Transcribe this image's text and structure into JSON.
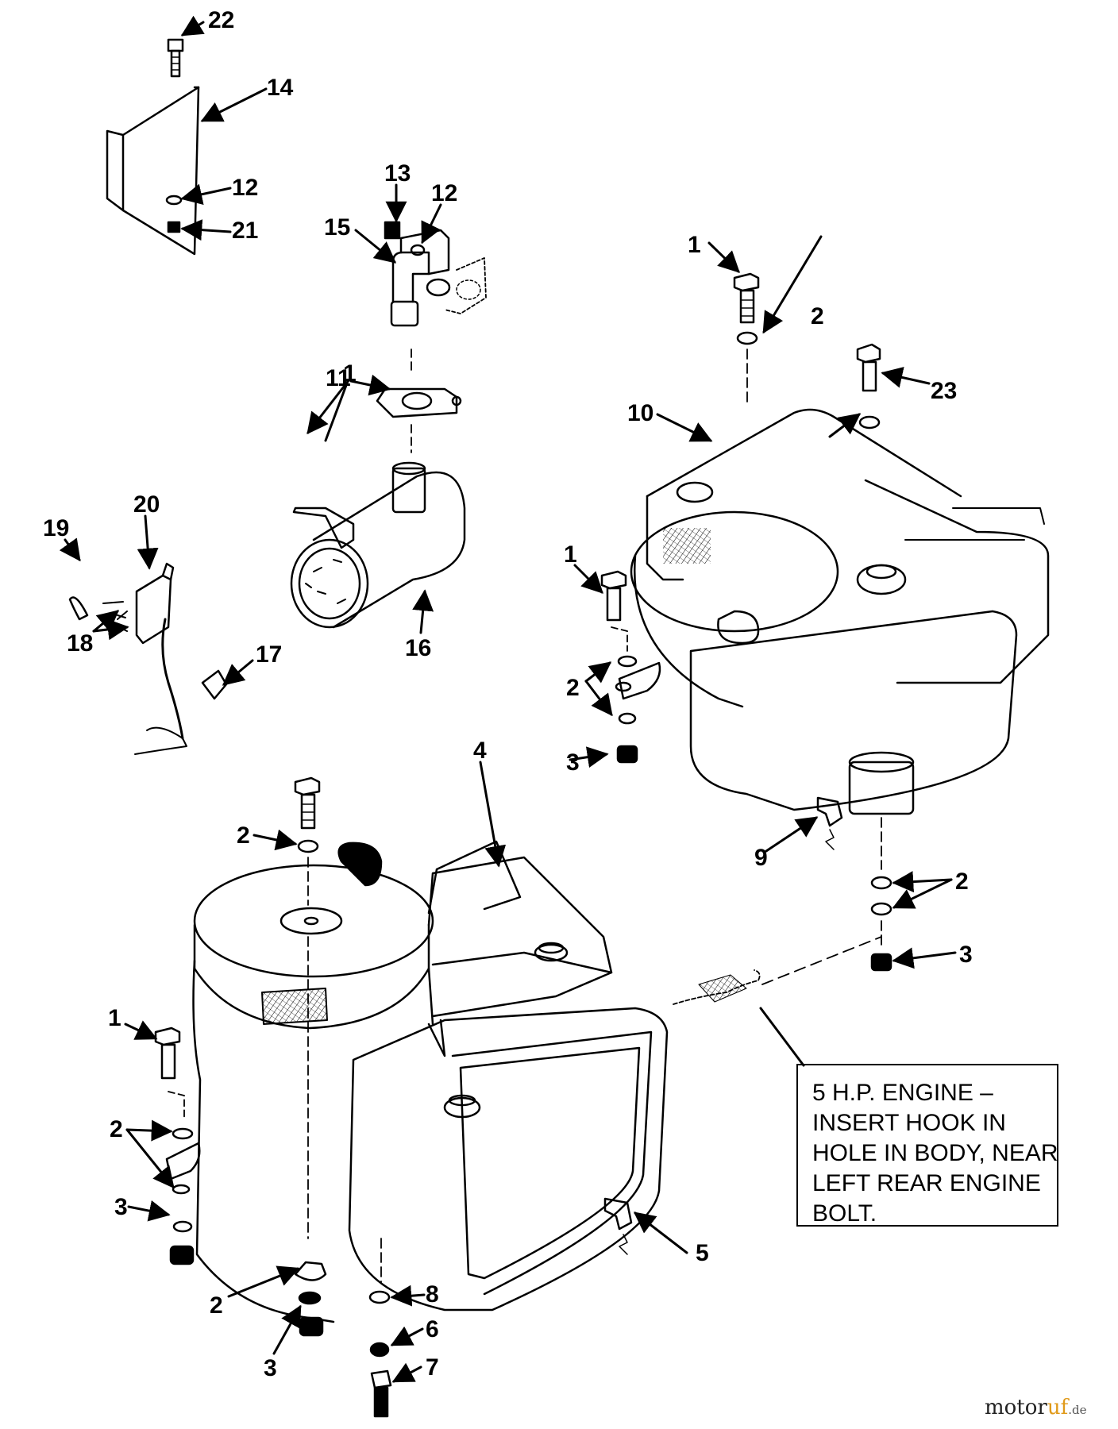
{
  "labels": {
    "l1_bottom": "1",
    "l1_left": "1",
    "l1_right_mid": "1",
    "l1_top": "1",
    "l2_bottom_left": "2",
    "l2_bottom_mid": "2",
    "l2_top_bottom": "2",
    "l2_right_mid": "2",
    "l2_top_right": "2",
    "l2_right_lower": "2",
    "l3_bottom_left": "3",
    "l3_bottom_mid": "3",
    "l3_right_mid": "3",
    "l3_right_lower": "3",
    "l4": "4",
    "l5": "5",
    "l6": "6",
    "l7": "7",
    "l8": "8",
    "l9": "9",
    "l10": "10",
    "l11": "11",
    "l12_top": "12",
    "l12_mid": "12",
    "l13": "13",
    "l14": "14",
    "l15": "15",
    "l16": "16",
    "l17": "17",
    "l18": "18",
    "l19": "19",
    "l20": "20",
    "l21": "21",
    "l22": "22",
    "l23": "23"
  },
  "note": {
    "lines": [
      "5 H.P. ENGINE –",
      "INSERT HOOK IN",
      "HOLE IN BODY, NEAR",
      "LEFT REAR ENGINE",
      "BOLT."
    ]
  },
  "watermark": {
    "brand": "motor",
    "accent": "uf",
    "tld": ".de"
  }
}
